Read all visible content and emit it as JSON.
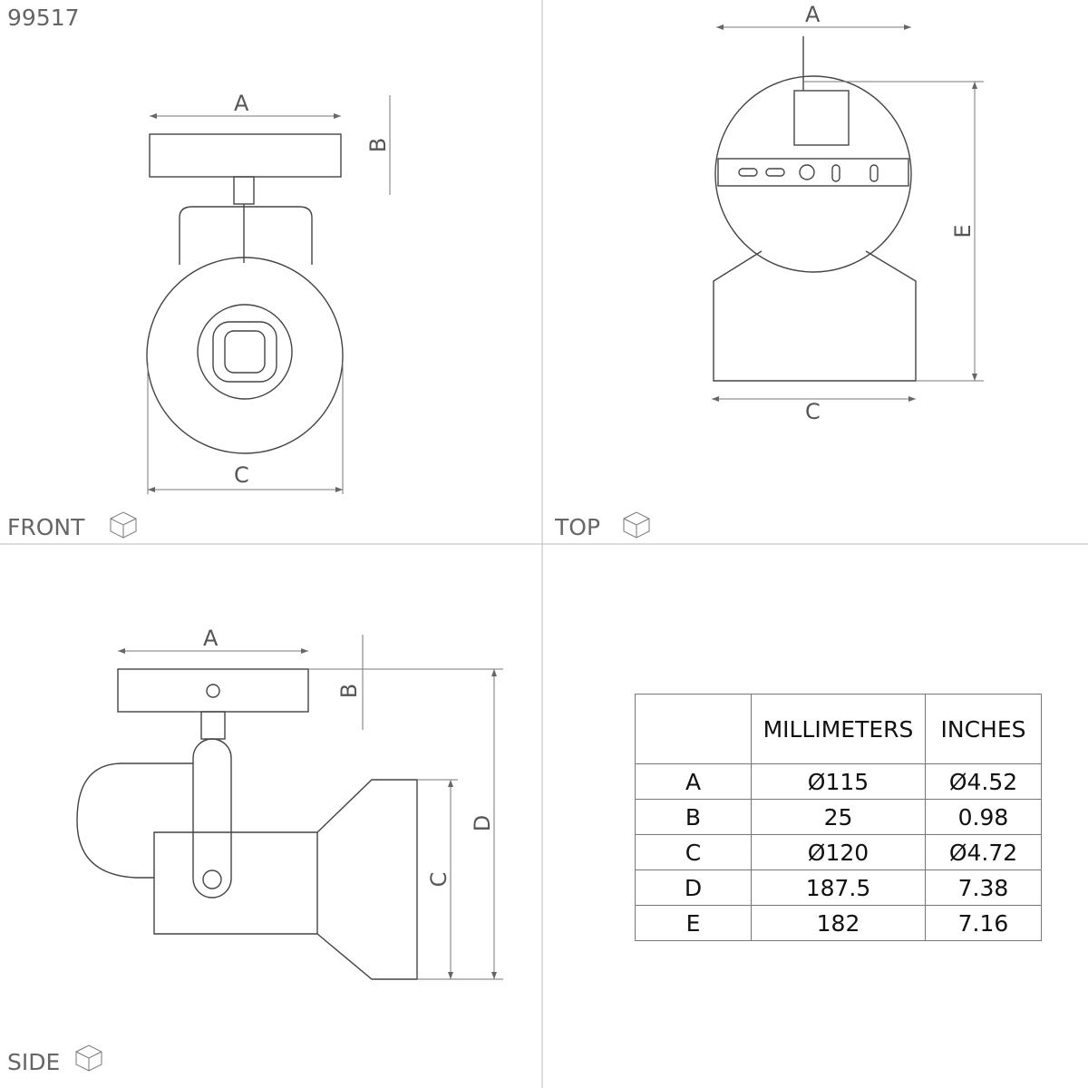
{
  "model_number": "99517",
  "views": {
    "front": "FRONT",
    "top": "TOP",
    "side": "SIDE"
  },
  "dimension_labels": {
    "a": "A",
    "b": "B",
    "c": "C",
    "d": "D",
    "e": "E"
  },
  "table": {
    "headers": [
      "",
      "MILLIMETERS",
      "INCHES"
    ],
    "rows": [
      [
        "A",
        "Ø115",
        "Ø4.52"
      ],
      [
        "B",
        "25",
        "0.98"
      ],
      [
        "C",
        "Ø120",
        "Ø4.72"
      ],
      [
        "D",
        "187.5",
        "7.38"
      ],
      [
        "E",
        "182",
        "7.16"
      ]
    ]
  }
}
